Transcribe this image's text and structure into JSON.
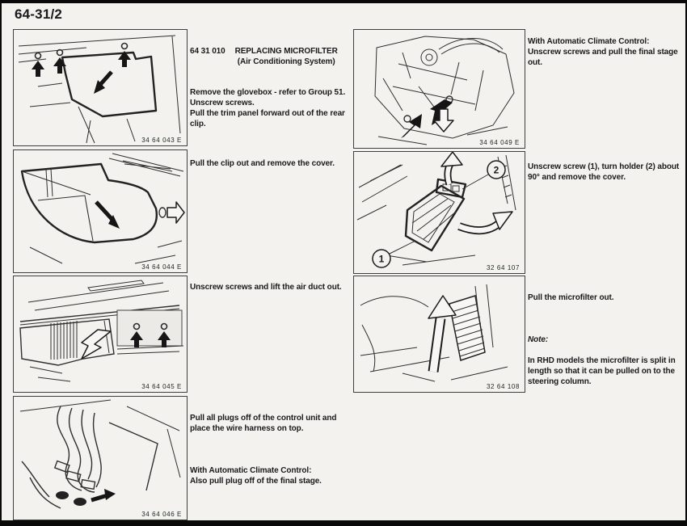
{
  "page": {
    "number": "64-31/2"
  },
  "steps": {
    "s1": {
      "code": "64 31 010",
      "title": "REPLACING MICROFILTER",
      "subtitle": "(Air Conditioning System)",
      "body": "Remove the glovebox - refer to Group 51.\nUnscrew screws.\nPull the trim panel forward out of the rear\nclip."
    },
    "s2": {
      "body": "Pull the clip out and remove the cover."
    },
    "s3": {
      "body": "Unscrew screws and lift the air duct out."
    },
    "s4": {
      "body": "Pull all plugs off of the control unit and\nplace the wire harness on top.",
      "acc": "With Automatic Climate Control:\nAlso pull plug off of the final stage."
    },
    "s5": {
      "body": "With Automatic Climate Control:\nUnscrew screws and pull the final stage\nout."
    },
    "s6": {
      "body": "Unscrew screw (1), turn holder (2) about\n90° and remove the cover."
    },
    "s7": {
      "body": "Pull the microfilter out.",
      "note_label": "Note:",
      "note": "In RHD models the microfilter is split in\nlength so that it can be pulled on to the\nsteering column."
    }
  },
  "figures": {
    "f1": {
      "caption": "34 64 043 E"
    },
    "f2": {
      "caption": "34 64 044 E"
    },
    "f3": {
      "caption": "34 64 045 E"
    },
    "f4": {
      "caption": "34 64 046 E"
    },
    "f5": {
      "caption": "34 64 049 E"
    },
    "f6": {
      "caption": "32 64 107",
      "label1": "1",
      "label2": "2"
    },
    "f7": {
      "caption": "32 64 108"
    }
  }
}
